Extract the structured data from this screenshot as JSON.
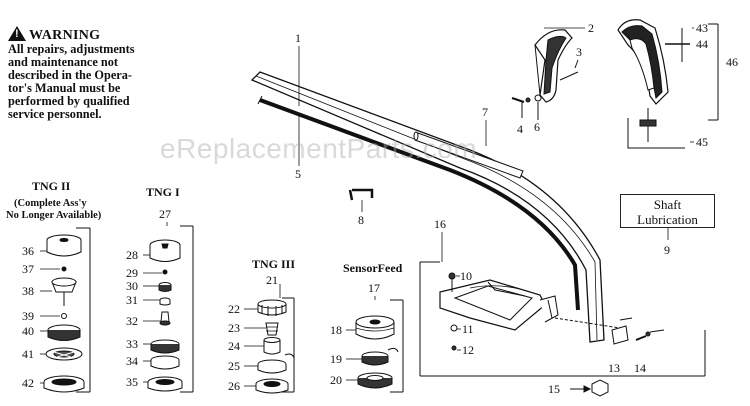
{
  "warning": {
    "title": "WARNING",
    "lines": [
      "All repairs, adjustments",
      "and maintenance not",
      "described in the Opera-",
      "tor's Manual must be",
      "performed by qualified",
      "service personnel."
    ]
  },
  "watermark": "eReplacementParts.com",
  "shaft_box": {
    "line1": "Shaft",
    "line2": "Lubrication"
  },
  "groups": {
    "tng2": {
      "title": "TNG II",
      "note1": "(Complete Ass'y",
      "note2": "No Longer Available)"
    },
    "tng1": {
      "title": "TNG I"
    },
    "tng3": {
      "title": "TNG III"
    },
    "sensor": {
      "title": "SensorFeed"
    }
  },
  "callouts": {
    "c1": "1",
    "c2": "2",
    "c3": "3",
    "c4": "4",
    "c5": "5",
    "c6": "6",
    "c7": "7",
    "c8": "8",
    "c9": "9",
    "c10": "10",
    "c11": "11",
    "c12": "12",
    "c13": "13",
    "c14": "14",
    "c15": "15",
    "c16": "16",
    "c17": "17",
    "c18": "18",
    "c19": "19",
    "c20": "20",
    "c21": "21",
    "c22": "22",
    "c23": "23",
    "c24": "24",
    "c25": "25",
    "c26": "26",
    "c27": "27",
    "c28": "28",
    "c29": "29",
    "c30": "30",
    "c31": "31",
    "c32": "32",
    "c33": "33",
    "c34": "34",
    "c35": "35",
    "c36": "36",
    "c37": "37",
    "c38": "38",
    "c39": "39",
    "c40": "40",
    "c41": "41",
    "c42": "42",
    "c43": "43",
    "c44": "44",
    "c45": "45",
    "c46": "46"
  }
}
